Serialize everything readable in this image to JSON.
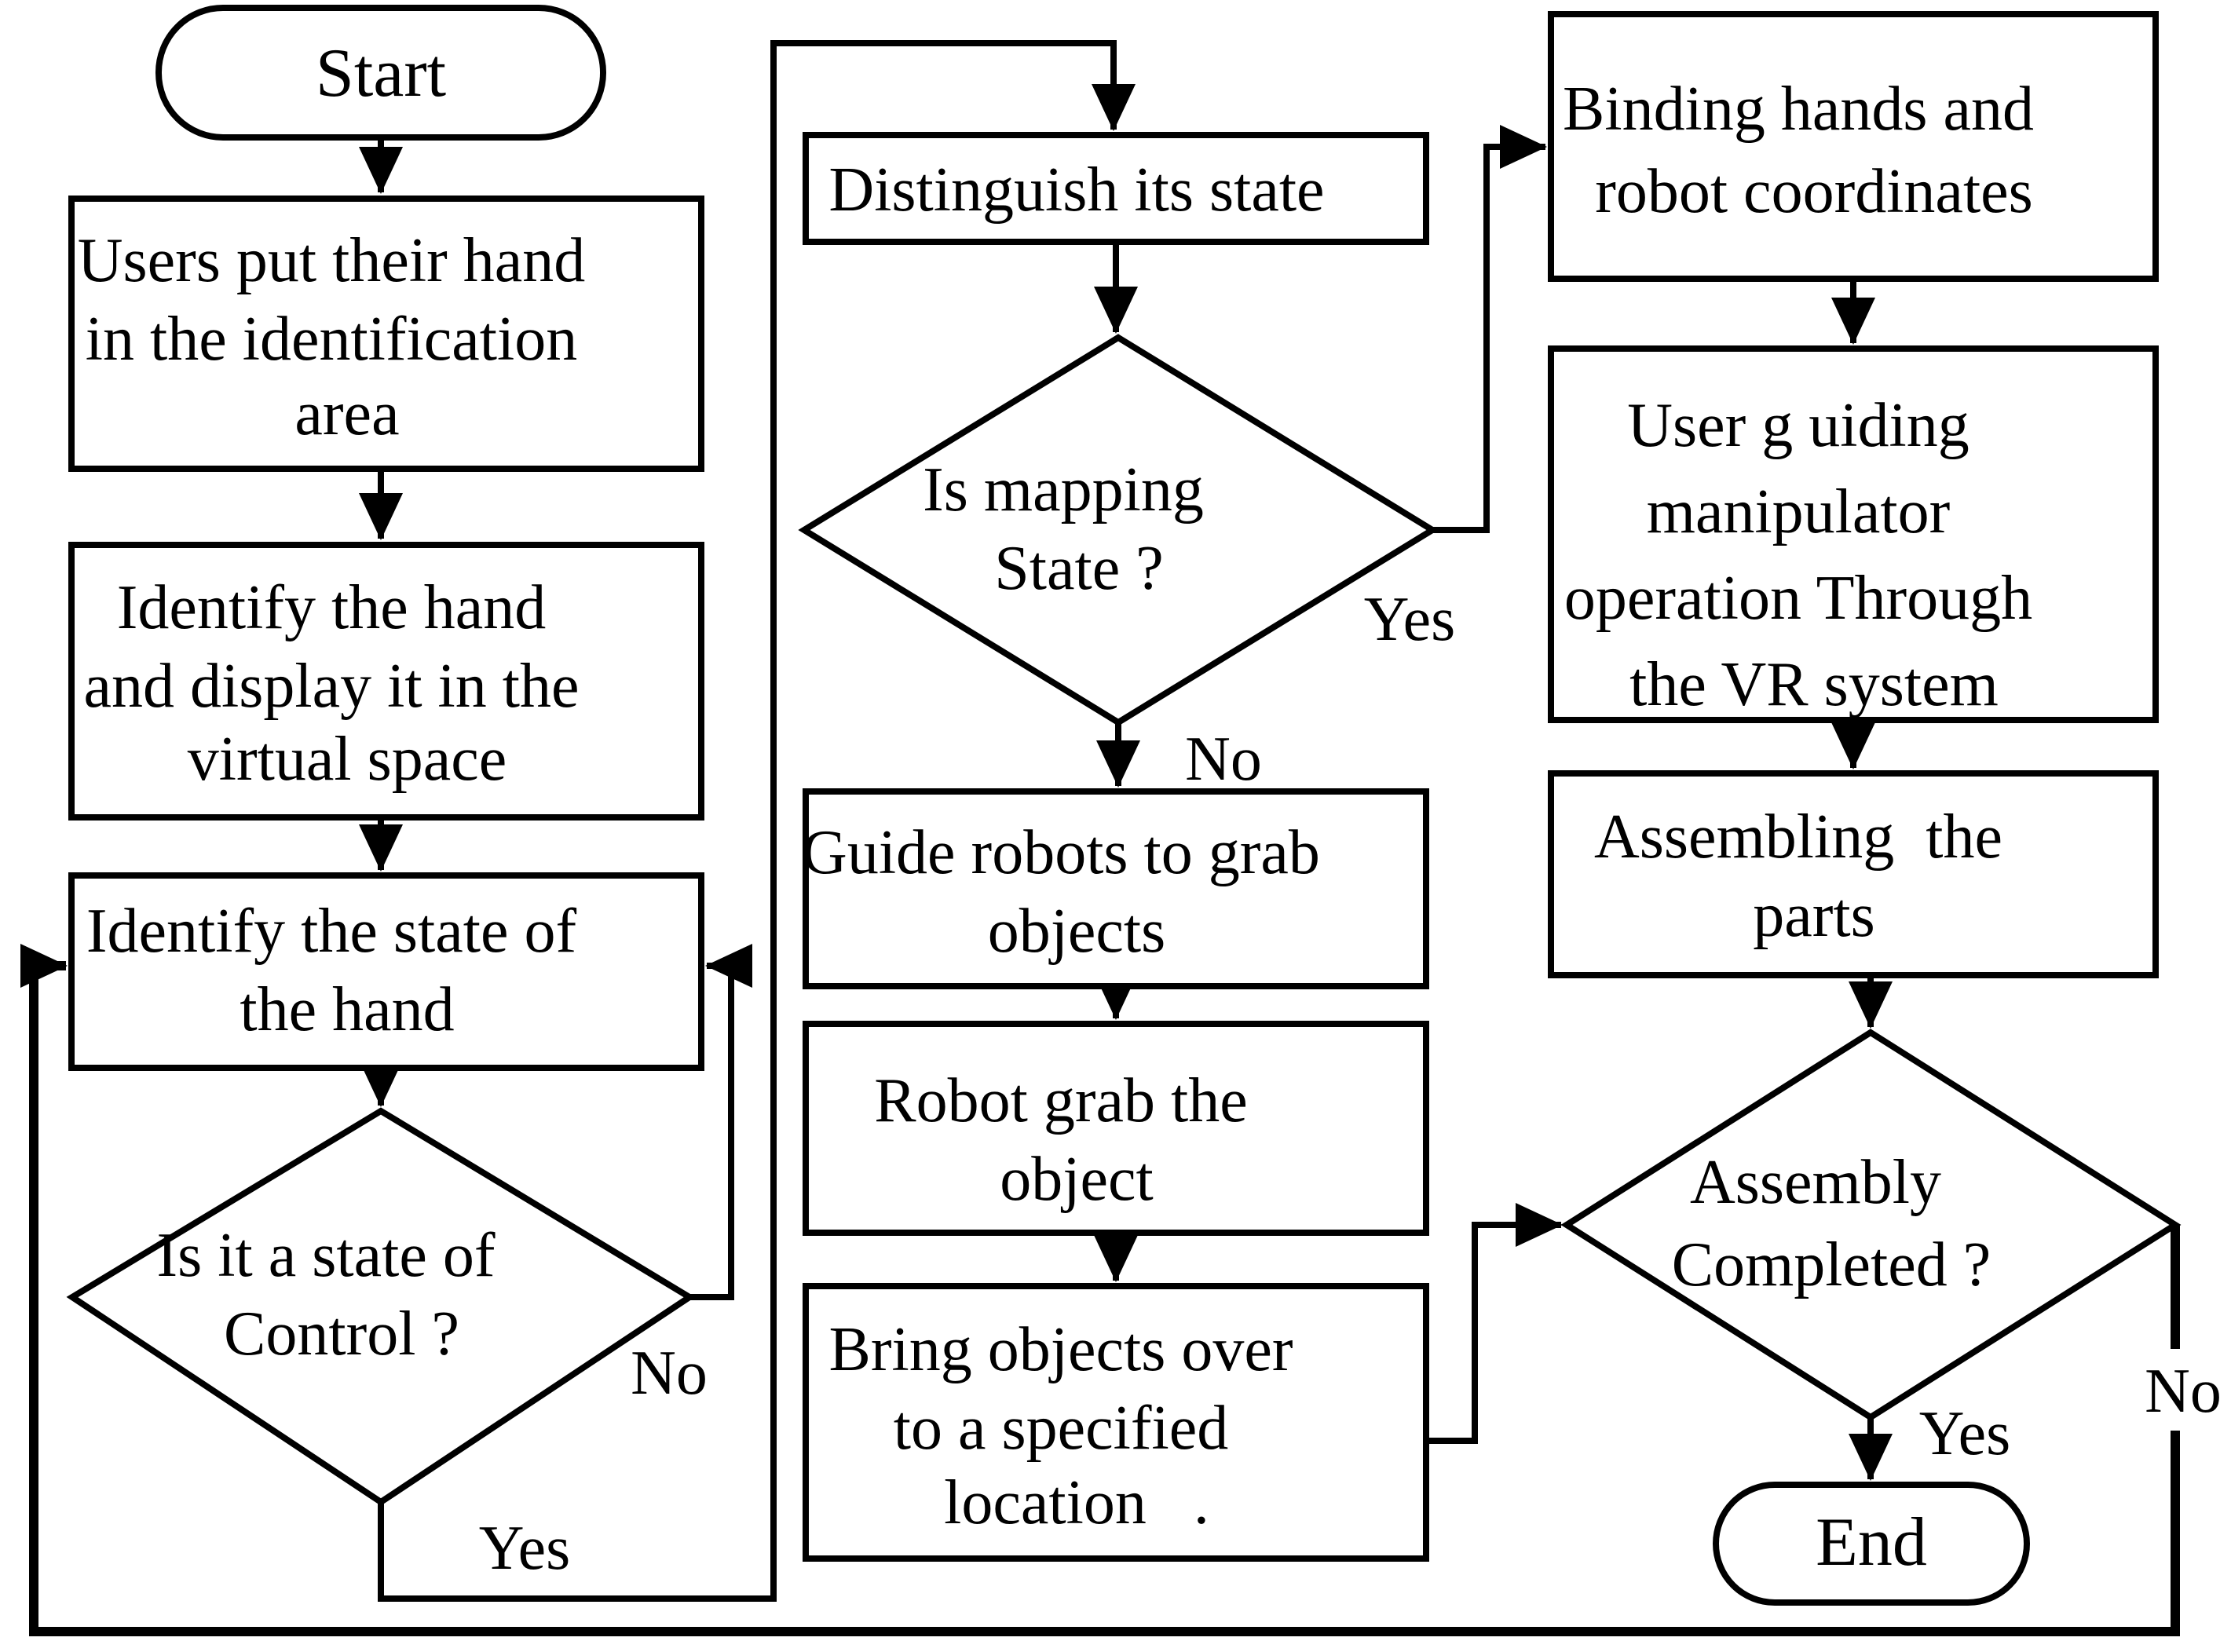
{
  "diagram": {
    "type": "flowchart",
    "colors": {
      "stroke": "#000000",
      "background": "#ffffff"
    },
    "nodes": {
      "start": {
        "type": "terminator",
        "label": "Start"
      },
      "put_hand": {
        "type": "process",
        "line1": "Users put their hand",
        "line2": "in the identification",
        "line3": "area"
      },
      "identify_hand": {
        "type": "process",
        "line1": "Identify the hand",
        "line2": "and display it in the",
        "line3": "virtual space"
      },
      "identify_state": {
        "type": "process",
        "line1": "Identify the state of",
        "line2": "the hand"
      },
      "is_control": {
        "type": "decision",
        "line1": "Is it a state of",
        "line2": "Control ?"
      },
      "distinguish": {
        "type": "process",
        "line1": "Distinguish its state"
      },
      "is_mapping": {
        "type": "decision",
        "line1": "Is mapping",
        "line2": "State ?"
      },
      "guide_robots": {
        "type": "process",
        "line1": "Guide robots to grab",
        "line2": "objects"
      },
      "robot_grab": {
        "type": "process",
        "line1": "Robot grab the",
        "line2": "object"
      },
      "bring_objects": {
        "type": "process",
        "line1": "Bring objects over",
        "line2": "to a specified",
        "line3": "location   ."
      },
      "binding": {
        "type": "process",
        "line1": "Binding hands and",
        "line2": "robot coordinates"
      },
      "user_guiding": {
        "type": "process",
        "line1": "User g uiding",
        "line2": "manipulator",
        "line3": "operation Through",
        "line4": "the VR system"
      },
      "assembling": {
        "type": "process",
        "line1": "Assembling  the",
        "line2": "parts"
      },
      "is_assembled": {
        "type": "decision",
        "line1": "Assembly",
        "line2": "Completed ?"
      },
      "end": {
        "type": "terminator",
        "label": "End"
      }
    },
    "edge_labels": {
      "control_no": "No",
      "control_yes": "Yes",
      "mapping_yes": "Yes",
      "mapping_no": "No",
      "assembly_yes": "Yes",
      "assembly_no": "No"
    }
  }
}
